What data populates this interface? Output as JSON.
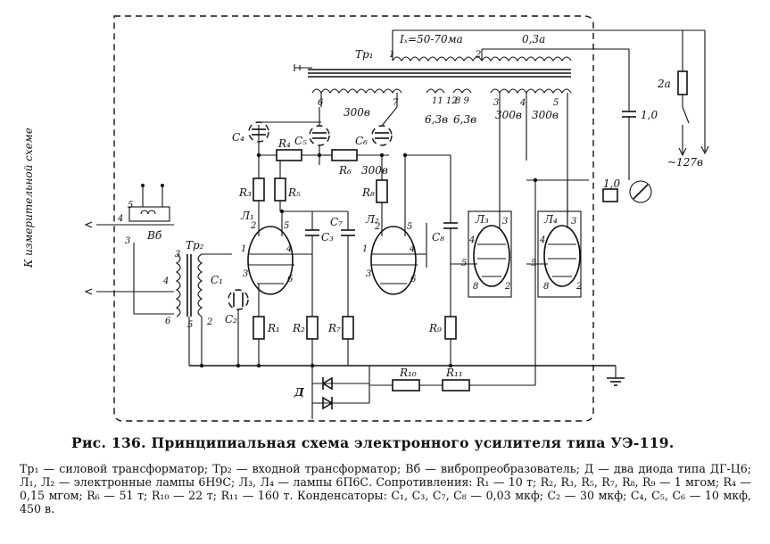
{
  "caption": "Рис. 136. Принципиальная схема электронного усилителя типа УЭ-119.",
  "legend": "Тр₁ — силовой трансформатор; Тр₂ — входной трансформатор; Вб — вибропреобразователь; Д — два диода типа ДГ-Ц6; Л₁, Л₂ — электронные лампы 6Н9С; Л₃, Л₄ — лампы 6П6С. Сопротивления: R₁ — 10 т; R₂, R₃, R₅, R₇, R₈, R₉ — 1 мгом; R₄ — 0,15 мгом; R₆ — 51 т; R₁₀ — 22 т; R₁₁ — 160 т. Конденсаторы: C₁, C₃, C₇, C₈ — 0,03 мкф; C₂ — 30 мкф; C₄, C₅, C₆ — 10 мкф, 450 в.",
  "labels": {
    "tr1": "Тр₁",
    "ix": "Iₓ=50-70ма",
    "i03": "0,3а",
    "fuse": "2а",
    "mains": "~127в",
    "cap10a": "1,0",
    "cap10b": "1,0",
    "v300a": "300в",
    "v300b": "300в",
    "v300c": "300в",
    "v300d": "300в",
    "v63a": "6,3в",
    "v63b": "6,3в",
    "meas": "К измерительной схеме",
    "vb": "Вб",
    "tr2": "Тр₂",
    "d": "Д",
    "l1": "Л₁",
    "l2": "Л₂",
    "l3": "Л₃",
    "l4": "Л₄",
    "c1": "C₁",
    "c2": "C₂",
    "c3": "C₃",
    "c4": "C₄",
    "c5": "C₅",
    "c6": "C₆",
    "c7": "C₇",
    "c8": "C₈",
    "r1": "R₁",
    "r2": "R₂",
    "r3": "R₃",
    "r4": "R₄",
    "r5": "R₅",
    "r6": "R₆",
    "r7": "R₇",
    "r8": "R₈",
    "r9": "R₉",
    "r10": "R₁₀",
    "r11": "R₁₁"
  }
}
